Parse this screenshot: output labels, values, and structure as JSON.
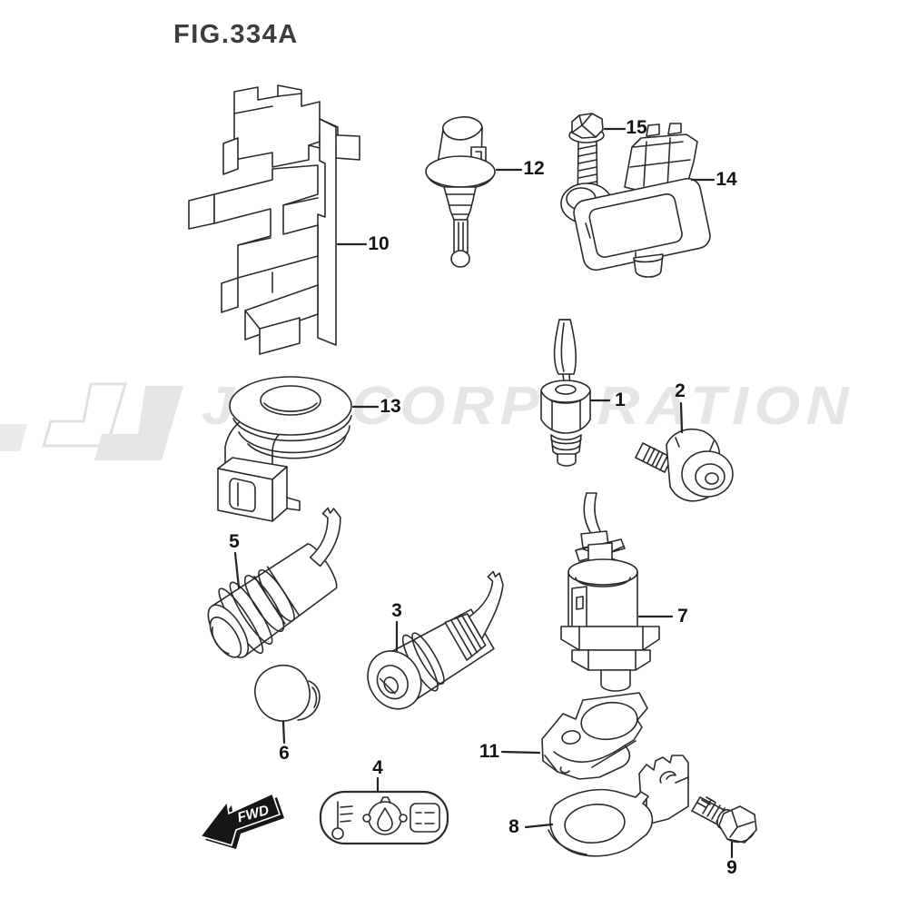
{
  "figure": {
    "title": "FIG.334A"
  },
  "watermark": {
    "text": "JSP CORPORATION",
    "color": "#e6e6e6",
    "logo": "jsp-logo"
  },
  "fwd_marker": {
    "text": "FWD",
    "background": "#161616",
    "text_color": "#ffffff"
  },
  "caution_label": {
    "icons": [
      "thermometer-icon",
      "oil-drop-icon",
      "battery-icon"
    ]
  },
  "diagram": {
    "line_color": "#2b2b2b",
    "label_color": "#141414",
    "background": "#ffffff"
  },
  "parts": [
    {
      "number": "1"
    },
    {
      "number": "2"
    },
    {
      "number": "3"
    },
    {
      "number": "4"
    },
    {
      "number": "5"
    },
    {
      "number": "6"
    },
    {
      "number": "7"
    },
    {
      "number": "8"
    },
    {
      "number": "9"
    },
    {
      "number": "10"
    },
    {
      "number": "11"
    },
    {
      "number": "12"
    },
    {
      "number": "13"
    },
    {
      "number": "14"
    },
    {
      "number": "15"
    }
  ]
}
